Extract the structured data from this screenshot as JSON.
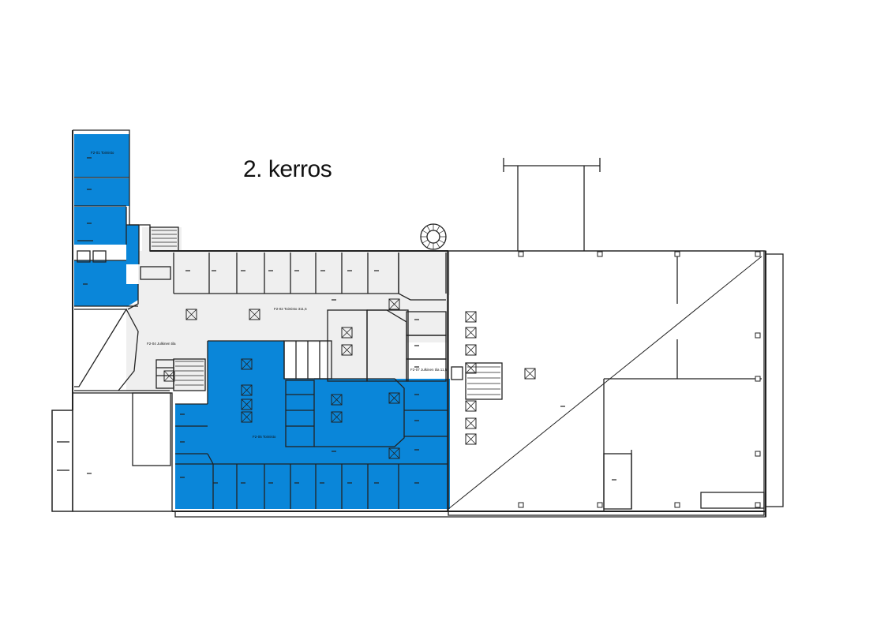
{
  "floor_title": "2. kerros",
  "colors": {
    "leased": "#0a86d9",
    "common": "#efefef",
    "line": "#222222",
    "background": "#ffffff"
  },
  "room_labels": {
    "north_wing": "F2-01 Toimisto",
    "corridor": "F2-02 Toimisto 311,5",
    "west_lobby": "F2-04 Julkinen tila",
    "center": "F2-05 Toimisto",
    "east_lobby": "F2-07 Julkinen tila 11,5"
  }
}
